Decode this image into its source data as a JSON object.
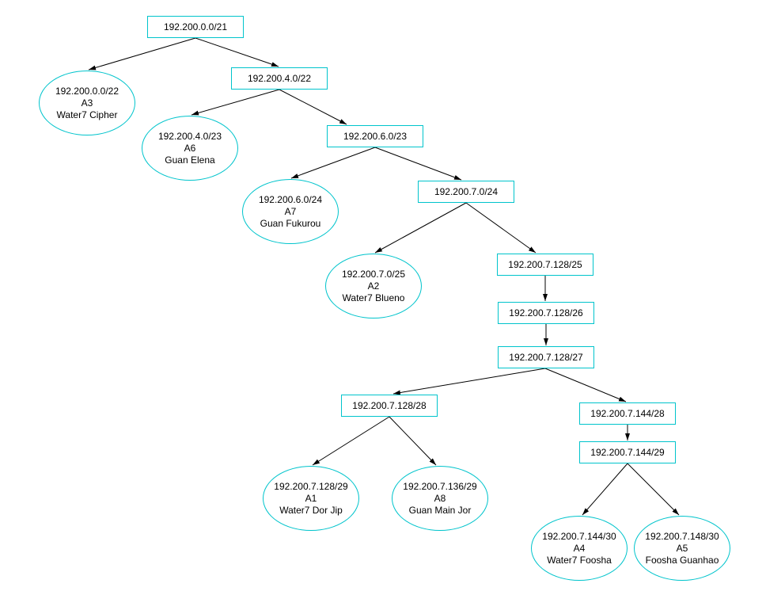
{
  "diagram": {
    "type": "subnet-tree",
    "colors": {
      "node_border": "#00c4cc",
      "edge": "#000000",
      "text": "#000000",
      "background": "#ffffff"
    },
    "nodes": {
      "subnet_21": {
        "type": "rect",
        "label": "192.200.0.0/21"
      },
      "subnet_4_22": {
        "type": "rect",
        "label": "192.200.4.0/22"
      },
      "subnet_6_23": {
        "type": "rect",
        "label": "192.200.6.0/23"
      },
      "subnet_7_24": {
        "type": "rect",
        "label": "192.200.7.0/24"
      },
      "subnet_7128_25": {
        "type": "rect",
        "label": "192.200.7.128/25"
      },
      "subnet_7128_26": {
        "type": "rect",
        "label": "192.200.7.128/26"
      },
      "subnet_7128_27": {
        "type": "rect",
        "label": "192.200.7.128/27"
      },
      "subnet_7128_28": {
        "type": "rect",
        "label": "192.200.7.128/28"
      },
      "subnet_7144_28": {
        "type": "rect",
        "label": "192.200.7.144/28"
      },
      "subnet_7144_29": {
        "type": "rect",
        "label": "192.200.7.144/29"
      },
      "leaf_a3": {
        "type": "ellipse",
        "cidr": "192.200.0.0/22",
        "id": "A3",
        "name": "Water7 Cipher"
      },
      "leaf_a6": {
        "type": "ellipse",
        "cidr": "192.200.4.0/23",
        "id": "A6",
        "name": "Guan Elena"
      },
      "leaf_a7": {
        "type": "ellipse",
        "cidr": "192.200.6.0/24",
        "id": "A7",
        "name": "Guan Fukurou"
      },
      "leaf_a2": {
        "type": "ellipse",
        "cidr": "192.200.7.0/25",
        "id": "A2",
        "name": "Water7 Blueno"
      },
      "leaf_a1": {
        "type": "ellipse",
        "cidr": "192.200.7.128/29",
        "id": "A1",
        "name": "Water7 Dor Jip"
      },
      "leaf_a8": {
        "type": "ellipse",
        "cidr": "192.200.7.136/29",
        "id": "A8",
        "name": "Guan Main Jor"
      },
      "leaf_a4": {
        "type": "ellipse",
        "cidr": "192.200.7.144/30",
        "id": "A4",
        "name": "Water7 Foosha"
      },
      "leaf_a5": {
        "type": "ellipse",
        "cidr": "192.200.7.148/30",
        "id": "A5",
        "name": "Foosha Guanhao"
      }
    },
    "edges": [
      {
        "from": "subnet_21",
        "to": "leaf_a3"
      },
      {
        "from": "subnet_21",
        "to": "subnet_4_22"
      },
      {
        "from": "subnet_4_22",
        "to": "leaf_a6"
      },
      {
        "from": "subnet_4_22",
        "to": "subnet_6_23"
      },
      {
        "from": "subnet_6_23",
        "to": "leaf_a7"
      },
      {
        "from": "subnet_6_23",
        "to": "subnet_7_24"
      },
      {
        "from": "subnet_7_24",
        "to": "leaf_a2"
      },
      {
        "from": "subnet_7_24",
        "to": "subnet_7128_25"
      },
      {
        "from": "subnet_7128_25",
        "to": "subnet_7128_26"
      },
      {
        "from": "subnet_7128_26",
        "to": "subnet_7128_27"
      },
      {
        "from": "subnet_7128_27",
        "to": "subnet_7128_28"
      },
      {
        "from": "subnet_7128_27",
        "to": "subnet_7144_28"
      },
      {
        "from": "subnet_7128_28",
        "to": "leaf_a1"
      },
      {
        "from": "subnet_7128_28",
        "to": "leaf_a8"
      },
      {
        "from": "subnet_7144_28",
        "to": "subnet_7144_29"
      },
      {
        "from": "subnet_7144_29",
        "to": "leaf_a4"
      },
      {
        "from": "subnet_7144_29",
        "to": "leaf_a5"
      }
    ]
  }
}
